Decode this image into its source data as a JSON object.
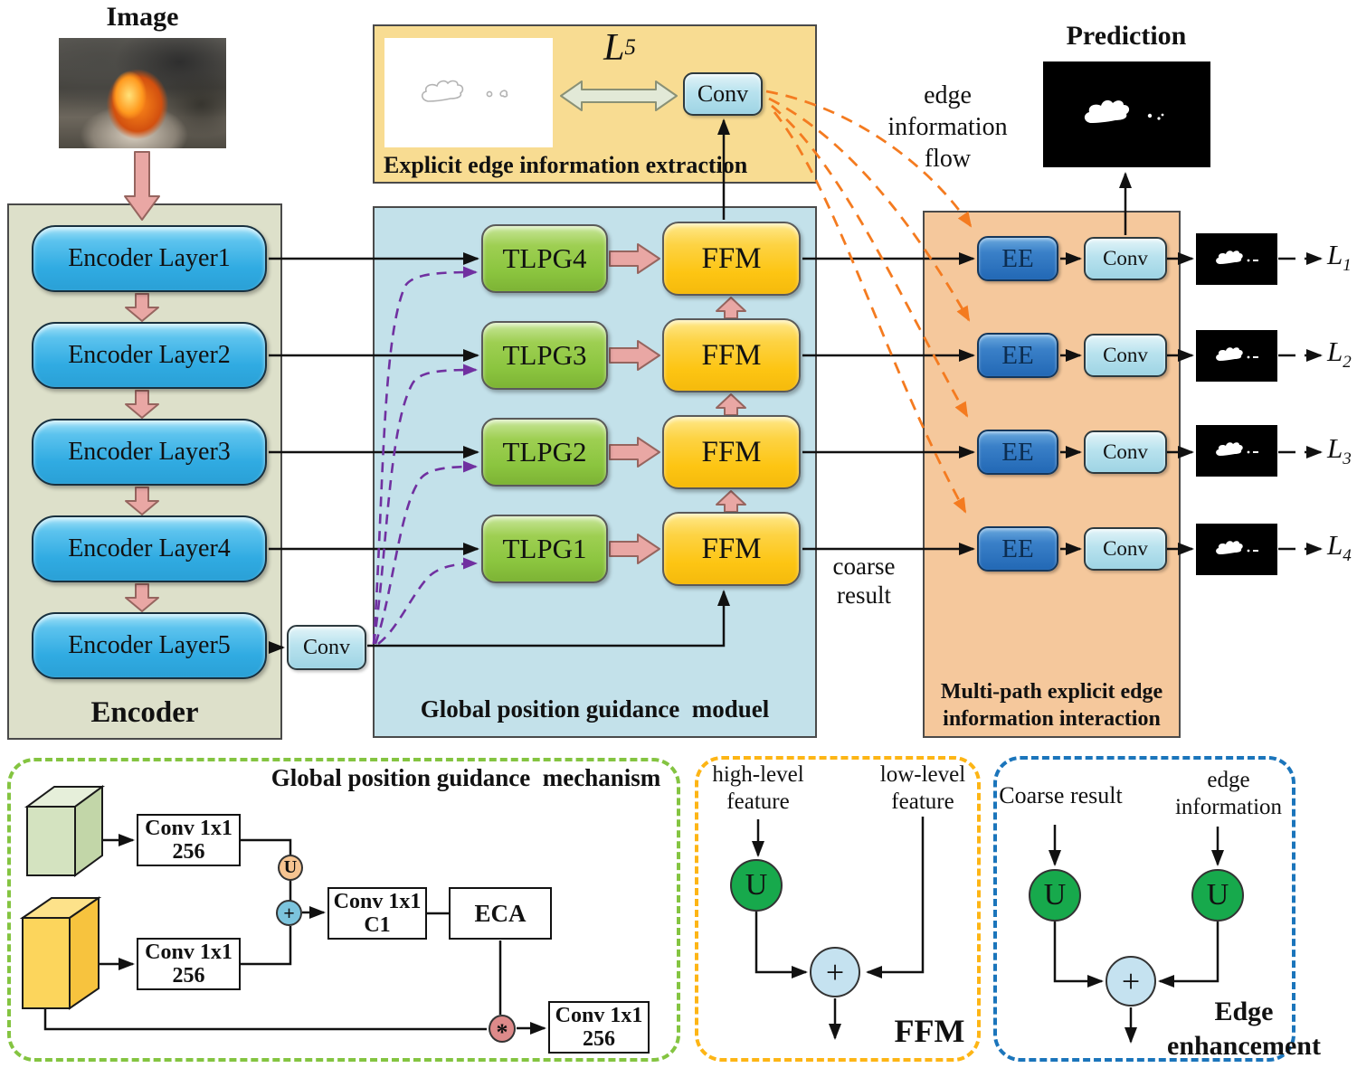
{
  "titles": {
    "image": "Image",
    "prediction": "Prediction",
    "encoder": "Encoder",
    "extraction": "Explicit edge information extraction",
    "gpg_module": "Global position guidance  moduel",
    "interaction_line1": "Multi-path explicit edge",
    "interaction_line2": "information interaction",
    "mechanism": "Global position guidance  mechanism",
    "ffm_detail": "FFM",
    "ee_detail_line1": "Edge",
    "ee_detail_line2": "enhancement"
  },
  "annotations": {
    "edge_flow_line1": "edge",
    "edge_flow_line2": "information",
    "edge_flow_line3": "flow",
    "coarse_line1": "coarse",
    "coarse_line2": "result"
  },
  "encoder": {
    "layers": [
      "Encoder Layer1",
      "Encoder Layer2",
      "Encoder Layer3",
      "Encoder Layer4",
      "Encoder Layer5"
    ],
    "conv": "Conv"
  },
  "gpg": {
    "tlpg": [
      "TLPG4",
      "TLPG3",
      "TLPG2",
      "TLPG1"
    ],
    "ffm": "FFM"
  },
  "interaction": {
    "ee": "EE",
    "conv": "Conv"
  },
  "extraction": {
    "conv": "Conv"
  },
  "losses": {
    "l5": {
      "base": "L",
      "sub": "5"
    },
    "l1": {
      "base": "L",
      "sub": "1"
    },
    "l2": {
      "base": "L",
      "sub": "2"
    },
    "l3": {
      "base": "L",
      "sub": "3"
    },
    "l4": {
      "base": "L",
      "sub": "4"
    }
  },
  "mechanism": {
    "conv_top_line1": "Conv 1x1",
    "conv_top_line2": "256",
    "conv_bottom_line1": "Conv 1x1",
    "conv_bottom_line2": "256",
    "conv_mid_line1": "Conv 1x1",
    "conv_mid_line2": "C1",
    "eca": "ECA",
    "conv_out_line1": "Conv 1x1",
    "conv_out_line2": "256",
    "upsample_op": "U",
    "add_op": "+",
    "multiply_op": "*"
  },
  "ffm_detail": {
    "high_line1": "high-level",
    "high_line2": "feature",
    "low_line1": "low-level",
    "low_line2": "feature",
    "upsample_op": "U",
    "add_op": "+"
  },
  "ee_detail": {
    "coarse_input": "Coarse result",
    "edge_line1": "edge",
    "edge_line2": "information",
    "upsample_left": "U",
    "upsample_right": "U",
    "add_op": "+"
  },
  "colors": {
    "encoder_panel_bg": "#dde0ca",
    "extraction_panel_bg": "#f8dc92",
    "gpg_panel_bg": "#c3e1ea",
    "interaction_panel_bg": "#f5c89c",
    "encoder_box_blue": "#30abe2",
    "tlpg_green": "#8bc53f",
    "ffm_gold": "#fdc513",
    "ee_blue": "#2268b5",
    "conv_light_blue": "#9ed4e4",
    "pink_arrow": "#e9a7a4",
    "purple_dash": "#7030a0",
    "orange_dash": "#f47b20",
    "upsample_green": "#17a94c",
    "add_circle_blue": "#c5e2f0",
    "multiply_circle_pink": "#dd8a8a",
    "upsample_peach": "#f6c491",
    "mechanism_border_green": "#84c441",
    "ffm_border_yellow": "#fdb515",
    "ee_border_blue": "#1b75bb"
  }
}
